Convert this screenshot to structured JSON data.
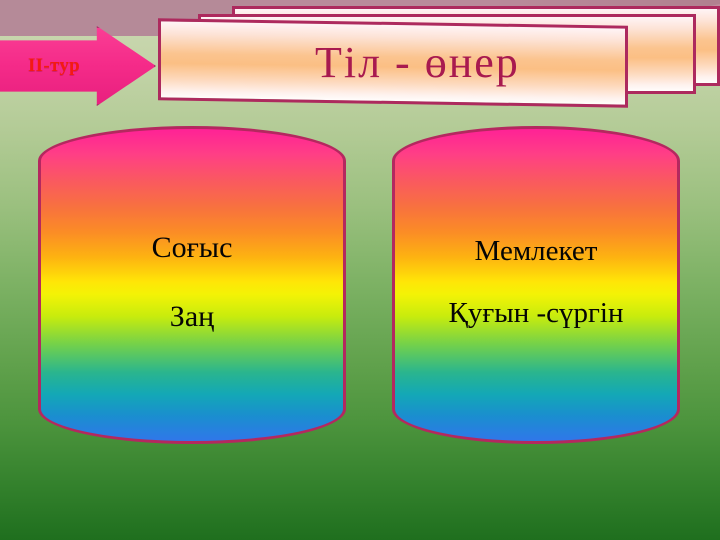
{
  "slide": {
    "background_top_color": "#cdd9b2",
    "background_bottom_color": "#1f6f1e",
    "accent_border_color": "#b4285f",
    "title_text_color": "#a81a4f",
    "round_badge_color": "#f52b89",
    "round_badge_text_color": "#f41a12"
  },
  "round_badge": {
    "label": "II-тур"
  },
  "title": {
    "text": "Тіл  -  өнер"
  },
  "panels": [
    {
      "name": "left-panel",
      "lines": [
        "Соғыс",
        "Заң"
      ]
    },
    {
      "name": "right-panel",
      "lines": [
        "Мемлекет",
        "Қуғын  -сүргін"
      ]
    }
  ]
}
